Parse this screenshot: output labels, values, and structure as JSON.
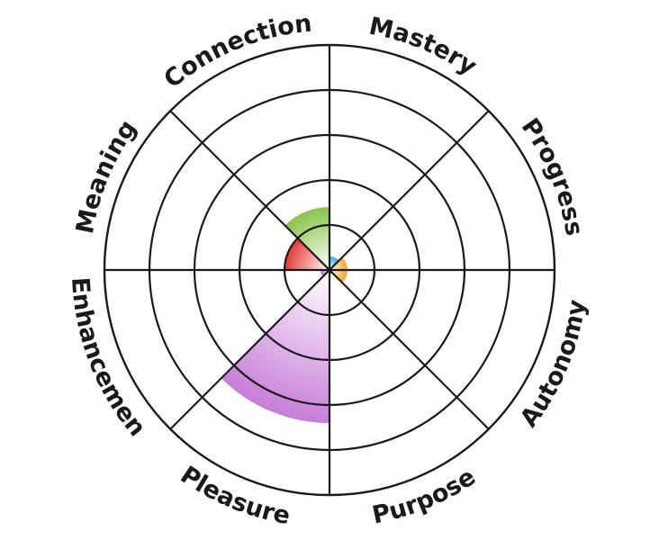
{
  "chart_data": {
    "type": "polar-area",
    "rings": 5,
    "r_max": 5,
    "categories": [
      "Mastery",
      "Progress",
      "Autonomy",
      "Purpose",
      "Pleasure",
      "Enhancement",
      "Meaning",
      "Connection"
    ],
    "values": [
      0.3,
      0.4,
      0.4,
      0.1,
      3.4,
      0.2,
      1.0,
      1.4
    ],
    "colors": [
      "#29b6f6",
      "#ffa726",
      "#f5a623",
      "#43a047",
      "#c77dd8",
      "#b866cc",
      "#e53935",
      "#8bc34a"
    ]
  }
}
